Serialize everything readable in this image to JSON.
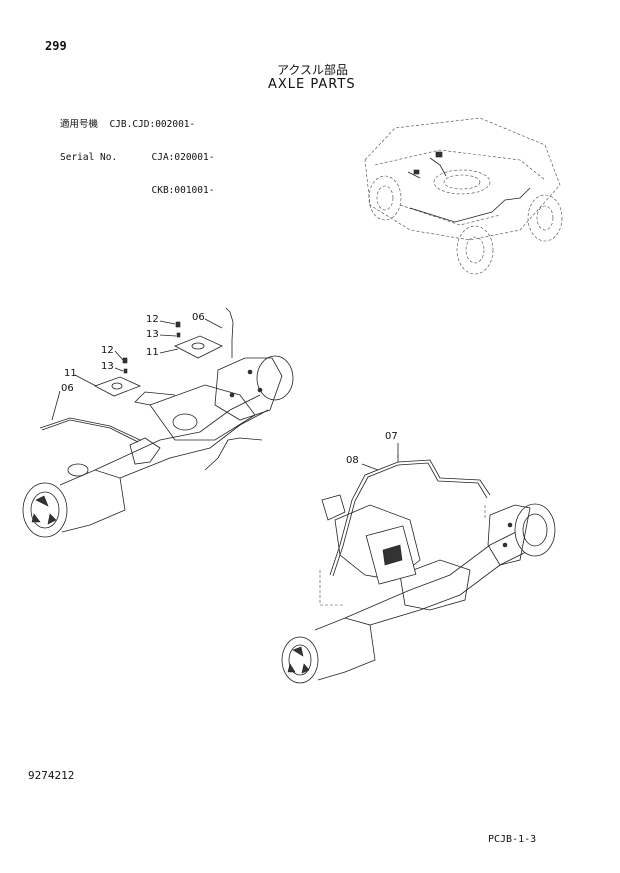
{
  "header": {
    "page_number": "299",
    "title_jp": "アクスル部品",
    "title_en": "AXLE PARTS"
  },
  "serial_block": {
    "line1": "適用号機  CJB.CJD:002001-",
    "line2": "Serial No.      CJA:020001-",
    "line3": "                CKB:001001-"
  },
  "callouts": {
    "left_12_top": "12",
    "left_13_top": "13",
    "left_06_top": "06",
    "left_11_top": "11",
    "left_12_mid": "12",
    "left_13_mid": "13",
    "left_11_mid": "11",
    "left_06_mid": "06",
    "right_07": "07",
    "right_08": "08"
  },
  "footer": {
    "part_number": "9274212",
    "page_code": "PCJB-1-3"
  }
}
